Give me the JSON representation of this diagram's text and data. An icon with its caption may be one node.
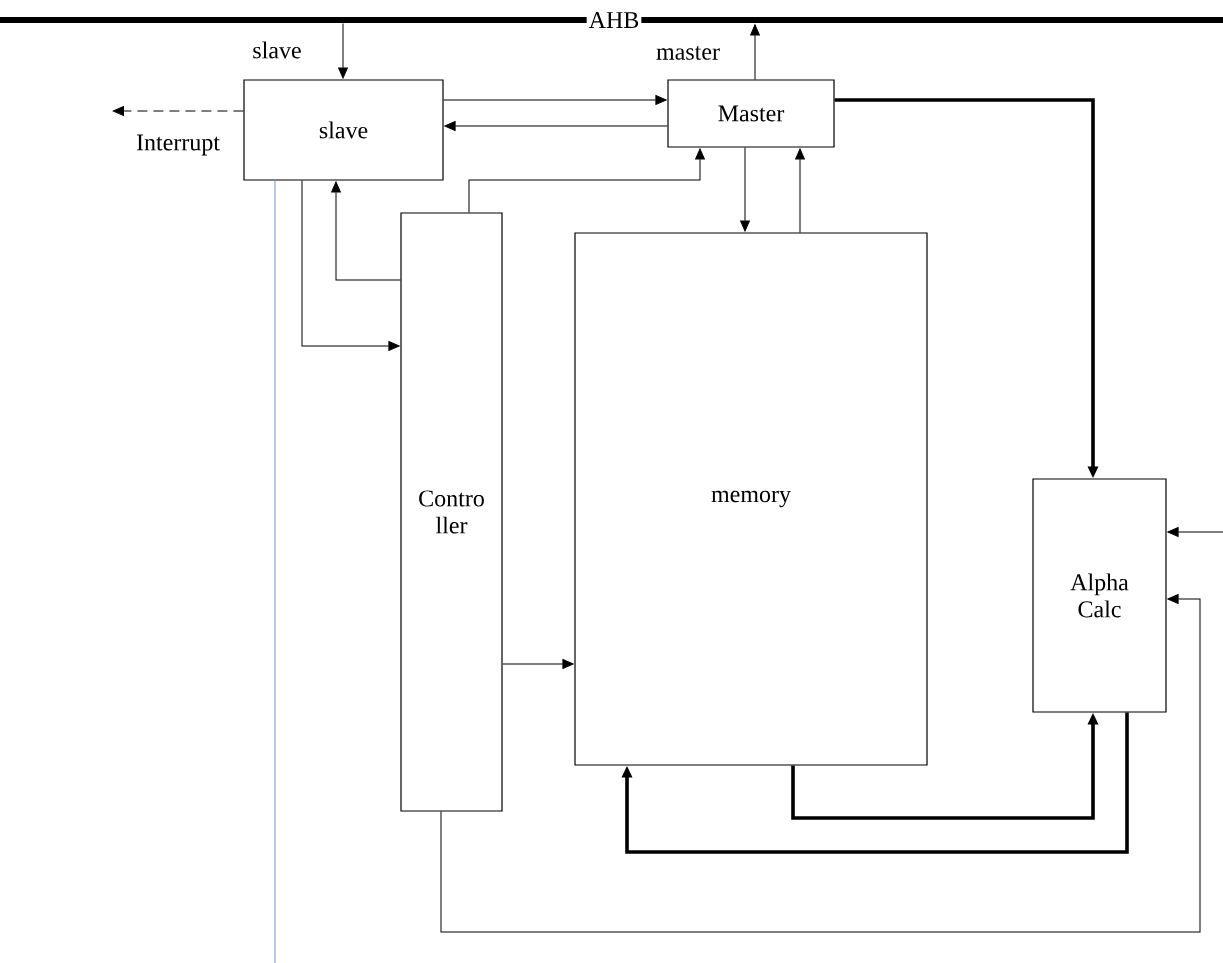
{
  "diagram": {
    "nodes": [
      {
        "text": [
          "AHB"
        ]
      },
      {
        "text": [
          "slave"
        ]
      },
      {
        "text": [
          "Master"
        ]
      },
      {
        "text": [
          "Contro ller"
        ]
      },
      {
        "text": [
          "memory"
        ]
      },
      {
        "text": [
          "Alpha Calc"
        ]
      }
    ],
    "edges": [
      {
        "from": 0,
        "to": 1,
        "arrow": "to"
      },
      {
        "from": 2,
        "to": 0,
        "arrow": "to"
      },
      {
        "from": 1,
        "to": 2,
        "arrow": "to"
      },
      {
        "from": 2,
        "to": 1,
        "arrow": "to"
      },
      {
        "from": 3,
        "to": 2,
        "arrow": "to"
      },
      {
        "from": 3,
        "to": 1,
        "arrow": "to"
      },
      {
        "from": 1,
        "to": 3,
        "arrow": "to"
      },
      {
        "from": 2,
        "to": 4,
        "arrow": "to"
      },
      {
        "from": 4,
        "to": 2,
        "arrow": "to"
      },
      {
        "from": 2,
        "to": 5,
        "arrow": "to",
        "style": "thick"
      },
      {
        "from": 3,
        "to": 4,
        "arrow": "to"
      },
      {
        "from": 4,
        "to": 5,
        "arrow": "to",
        "style": "thick"
      },
      {
        "from": 5,
        "to": 4,
        "arrow": "to",
        "style": "thick"
      },
      {
        "from": 3,
        "to": 5,
        "arrow": "to"
      },
      {
        "from": null,
        "to": 5,
        "arrow": "to"
      },
      {
        "from": 1,
        "to": null,
        "arrow": "to",
        "style": "dashed",
        "label": "Interrupt"
      },
      {
        "from": 1,
        "to": null,
        "arrow": "none",
        "color": "#7095d8"
      }
    ],
    "labels": [
      "slave",
      "master"
    ]
  }
}
